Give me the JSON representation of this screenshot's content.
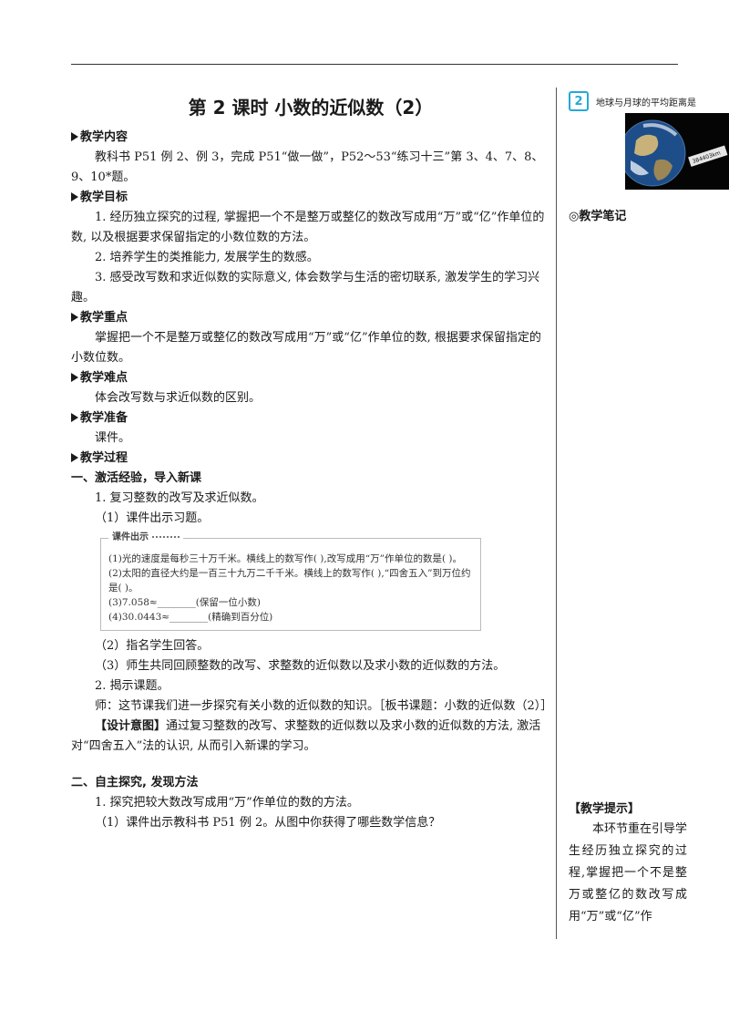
{
  "side": {
    "badge": "2",
    "caption": "地球与月球的平均距离是",
    "photo_label": "384403km",
    "notes_label": "◎教学笔记",
    "tips_title": "【教学提示】",
    "tips_text": "本环节重在引导学生经历独立探究的过程,掌握把一个不是整万或整亿的数改写成用“万”或“亿”作"
  },
  "main": {
    "title": "第 2 课时  小数的近似数（2）",
    "content_head": "教学内容",
    "content_text": "教科书 P51 例 2、例 3，完成 P51“做一做”，P52～53“练习十三”第 3、4、7、8、9、10*题。",
    "goals_head": "教学目标",
    "goal1": "1. 经历独立探究的过程, 掌握把一个不是整万或整亿的数改写成用“万”或“亿”作单位的数, 以及根据要求保留指定的小数位数的方法。",
    "goal2": "2. 培养学生的类推能力, 发展学生的数感。",
    "goal3": "3. 感受改写数和求近似数的实际意义, 体会数学与生活的密切联系, 激发学生的学习兴趣。",
    "key_head": "教学重点",
    "key_text": "掌握把一个不是整万或整亿的数改写成用“万”或“亿”作单位的数, 根据要求保留指定的小数位数。",
    "diff_head": "教学难点",
    "diff_text": "体会改写数与求近似数的区别。",
    "prep_head": "教学准备",
    "prep_text": "课件。",
    "process_head": "教学过程",
    "part1": "一、激活经验，导入新课",
    "p1_1": "1. 复习整数的改写及求近似数。",
    "p1_2": "（1）课件出示习题。",
    "box_tag": "课件出示",
    "box1": "(1)光的速度是每秒三十万千米。横线上的数写作(          ),改写成用“万”作单位的数是(         )。",
    "box2": "(2)太阳的直径大约是一百三十九万二千千米。横线上的数写作(             ),“四舍五入”到万位约是(         )。",
    "box3": "(3)7.058≈________(保留一位小数)",
    "box4": "(4)30.0443≈________(精确到百分位)",
    "p1_3": "（2）指名学生回答。",
    "p1_4": "（3）师生共同回顾整数的改写、求整数的近似数以及求小数的近似数的方法。",
    "p1_5": "2. 揭示课题。",
    "p1_6": "师：这节课我们进一步探究有关小数的近似数的知识。［板书课题：小数的近似数（2）］",
    "design_label": "【设计意图】",
    "design_text": "通过复习整数的改写、求整数的近似数以及求小数的近似数的方法, 激活对“四舍五入”法的认识, 从而引入新课的学习。",
    "part2": "二、自主探究, 发现方法",
    "p2_1": "1. 探究把较大数改写成用“万”作单位的数的方法。",
    "p2_2": "（1）课件出示教科书 P51 例 2。从图中你获得了哪些数学信息？"
  }
}
